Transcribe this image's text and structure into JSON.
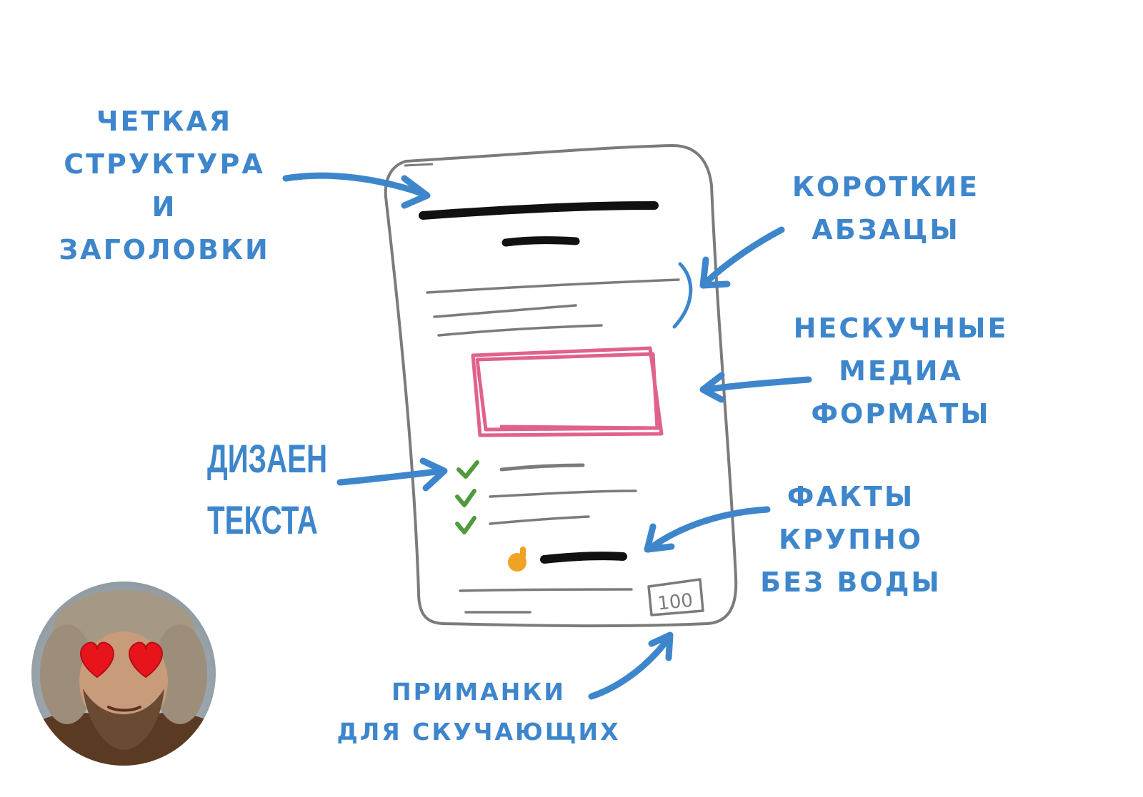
{
  "labels": {
    "structure": [
      "ЧЕТКАЯ",
      "СТРУКТУРА",
      "И",
      "ЗАГОЛОВКИ"
    ],
    "short_paragraphs": [
      "КОРОТКИЕ",
      "АБЗАЦЫ"
    ],
    "media": [
      "НЕСКУЧНЫЕ",
      "МЕДИА",
      "ФОРМАТЫ"
    ],
    "text_design": [
      "ДИЗАЕН",
      "ТЕКСТА"
    ],
    "facts": [
      "ФАКТЫ",
      "КРУПНО",
      "БЕЗ ВОДЫ"
    ],
    "bait": [
      "ПРИМАНКИ",
      "ДЛЯ СКУЧАЮЩИХ"
    ]
  },
  "document": {
    "counter_text": "100"
  },
  "colors": {
    "annotation_blue": "#3e86cc",
    "media_frame_pink": "#e0628c",
    "check_green": "#4f9a3a",
    "finger_orange": "#f0a224",
    "outline_gray": "#7b7b7b",
    "heart_red": "#e8141b"
  },
  "icons": {
    "check": "check-icon",
    "finger": "pointing-finger-icon",
    "heart": "heart-icon"
  }
}
